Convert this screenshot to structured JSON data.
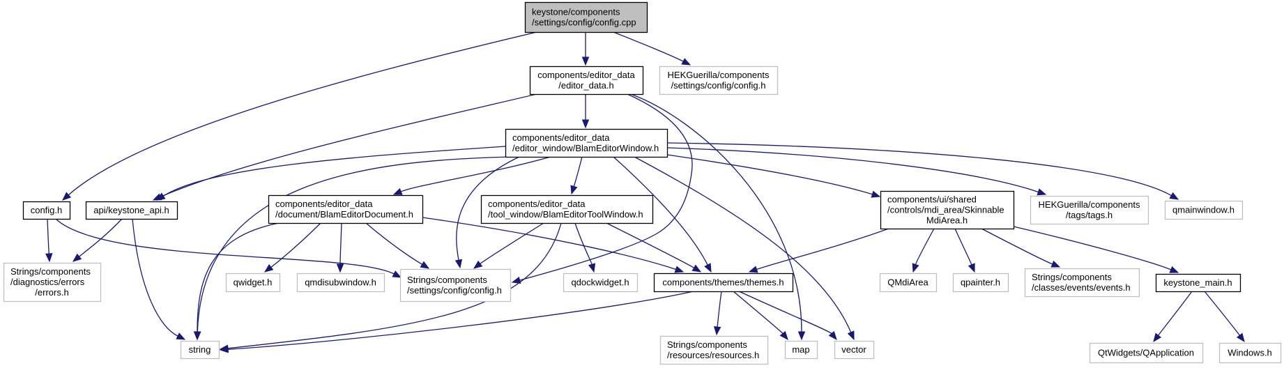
{
  "title": "keystone/components/settings/config/config.cpp include dependency graph",
  "colors": {
    "edge": "#191970",
    "focus_fill": "#bfbfbf",
    "documented_border": "#000000",
    "external_border": "#bfbfbf",
    "node_fill": "#ffffff"
  },
  "nodes": [
    {
      "id": "n0",
      "lines": [
        "keystone/components",
        "/settings/config/config.cpp"
      ],
      "kind": "focus",
      "align": "left"
    },
    {
      "id": "n1",
      "lines": [
        "components/editor_data",
        "/editor_data.h"
      ],
      "kind": "documented",
      "align": "center"
    },
    {
      "id": "n2",
      "lines": [
        "HEKGuerilla/components",
        "/settings/config/config.h"
      ],
      "kind": "external",
      "align": "center"
    },
    {
      "id": "n3",
      "lines": [
        "components/editor_data",
        "/editor_window/BlamEditorWindow.h"
      ],
      "kind": "documented",
      "align": "left"
    },
    {
      "id": "n4",
      "lines": [
        "config.h"
      ],
      "kind": "documented",
      "align": "center"
    },
    {
      "id": "n5",
      "lines": [
        "api/keystone_api.h"
      ],
      "kind": "documented",
      "align": "center"
    },
    {
      "id": "n6",
      "lines": [
        "components/editor_data",
        "/document/BlamEditorDocument.h"
      ],
      "kind": "documented",
      "align": "left"
    },
    {
      "id": "n7",
      "lines": [
        "components/editor_data",
        "/tool_window/BlamEditorToolWindow.h"
      ],
      "kind": "documented",
      "align": "left"
    },
    {
      "id": "n8",
      "lines": [
        "components/ui/shared",
        "/controls/mdi_area/Skinnable",
        "MdiArea.h"
      ],
      "kind": "documented",
      "align": "left-last-center"
    },
    {
      "id": "n9",
      "lines": [
        "HEKGuerilla/components",
        "/tags/tags.h"
      ],
      "kind": "external",
      "align": "center"
    },
    {
      "id": "n10",
      "lines": [
        "qmainwindow.h"
      ],
      "kind": "external",
      "align": "center"
    },
    {
      "id": "n11",
      "lines": [
        "Strings/components",
        "/diagnostics/errors",
        "/errors.h"
      ],
      "kind": "external",
      "align": "left-last-center"
    },
    {
      "id": "n12",
      "lines": [
        "qwidget.h"
      ],
      "kind": "external",
      "align": "center"
    },
    {
      "id": "n13",
      "lines": [
        "qmdisubwindow.h"
      ],
      "kind": "external",
      "align": "center"
    },
    {
      "id": "n14",
      "lines": [
        "Strings/components",
        "/settings/config/config.h"
      ],
      "kind": "external",
      "align": "left"
    },
    {
      "id": "n15",
      "lines": [
        "qdockwidget.h"
      ],
      "kind": "external",
      "align": "center"
    },
    {
      "id": "n16",
      "lines": [
        "components/themes/themes.h"
      ],
      "kind": "documented",
      "align": "center"
    },
    {
      "id": "n17",
      "lines": [
        "QMdiArea"
      ],
      "kind": "external",
      "align": "center"
    },
    {
      "id": "n18",
      "lines": [
        "qpainter.h"
      ],
      "kind": "external",
      "align": "center"
    },
    {
      "id": "n19",
      "lines": [
        "Strings/components",
        "/classes/events/events.h"
      ],
      "kind": "external",
      "align": "left"
    },
    {
      "id": "n20",
      "lines": [
        "keystone_main.h"
      ],
      "kind": "documented",
      "align": "center"
    },
    {
      "id": "n21",
      "lines": [
        "string"
      ],
      "kind": "external",
      "align": "center"
    },
    {
      "id": "n22",
      "lines": [
        "Strings/components",
        "/resources/resources.h"
      ],
      "kind": "external",
      "align": "left"
    },
    {
      "id": "n23",
      "lines": [
        "map"
      ],
      "kind": "external",
      "align": "center"
    },
    {
      "id": "n24",
      "lines": [
        "vector"
      ],
      "kind": "external",
      "align": "center"
    },
    {
      "id": "n25",
      "lines": [
        "QtWidgets/QApplication"
      ],
      "kind": "external",
      "align": "center"
    },
    {
      "id": "n26",
      "lines": [
        "Windows.h"
      ],
      "kind": "external",
      "align": "center"
    }
  ],
  "edges": [
    {
      "from": "n0",
      "to": "n1"
    },
    {
      "from": "n0",
      "to": "n2"
    },
    {
      "from": "n0",
      "to": "n4"
    },
    {
      "from": "n1",
      "to": "n3"
    },
    {
      "from": "n1",
      "to": "n5"
    },
    {
      "from": "n1",
      "to": "n14"
    },
    {
      "from": "n1",
      "to": "n23"
    },
    {
      "from": "n3",
      "to": "n5"
    },
    {
      "from": "n3",
      "to": "n6"
    },
    {
      "from": "n3",
      "to": "n7"
    },
    {
      "from": "n3",
      "to": "n8"
    },
    {
      "from": "n3",
      "to": "n9"
    },
    {
      "from": "n3",
      "to": "n10"
    },
    {
      "from": "n3",
      "to": "n14"
    },
    {
      "from": "n3",
      "to": "n16"
    },
    {
      "from": "n3",
      "to": "n21"
    },
    {
      "from": "n3",
      "to": "n24"
    },
    {
      "from": "n4",
      "to": "n11"
    },
    {
      "from": "n4",
      "to": "n14"
    },
    {
      "from": "n5",
      "to": "n11"
    },
    {
      "from": "n5",
      "to": "n21"
    },
    {
      "from": "n6",
      "to": "n12"
    },
    {
      "from": "n6",
      "to": "n13"
    },
    {
      "from": "n6",
      "to": "n14"
    },
    {
      "from": "n6",
      "to": "n16"
    },
    {
      "from": "n6",
      "to": "n21"
    },
    {
      "from": "n7",
      "to": "n14"
    },
    {
      "from": "n7",
      "to": "n15"
    },
    {
      "from": "n7",
      "to": "n16"
    },
    {
      "from": "n7",
      "to": "n21"
    },
    {
      "from": "n8",
      "to": "n16"
    },
    {
      "from": "n8",
      "to": "n17"
    },
    {
      "from": "n8",
      "to": "n18"
    },
    {
      "from": "n8",
      "to": "n19"
    },
    {
      "from": "n8",
      "to": "n20"
    },
    {
      "from": "n16",
      "to": "n21"
    },
    {
      "from": "n16",
      "to": "n22"
    },
    {
      "from": "n16",
      "to": "n23"
    },
    {
      "from": "n16",
      "to": "n24"
    },
    {
      "from": "n20",
      "to": "n25"
    },
    {
      "from": "n20",
      "to": "n26"
    }
  ]
}
